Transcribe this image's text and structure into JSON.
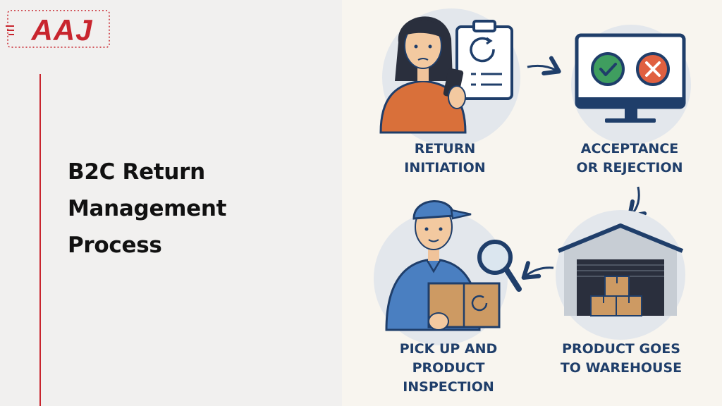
{
  "brand": {
    "logo_text": "AAJ",
    "accent": "#c8252e"
  },
  "title": {
    "line1": "B2C Return",
    "line2": "Management",
    "line3": "Process"
  },
  "steps": [
    {
      "line1": "RETURN",
      "line2": "INITIATION"
    },
    {
      "line1": "ACCEPTANCE",
      "line2": "OR REJECTION"
    },
    {
      "line1": "PRODUCT GOES",
      "line2": "TO WAREHOUSE"
    },
    {
      "line1": "PICK UP AND",
      "line2": "PRODUCT",
      "line3": "INSPECTION"
    }
  ],
  "colors": {
    "navy": "#1f3e6a",
    "orange": "#d9703a",
    "blue_shirt": "#4a7fc1",
    "box": "#cd9a63",
    "check": "#3f9e5f",
    "cross": "#e06040"
  }
}
